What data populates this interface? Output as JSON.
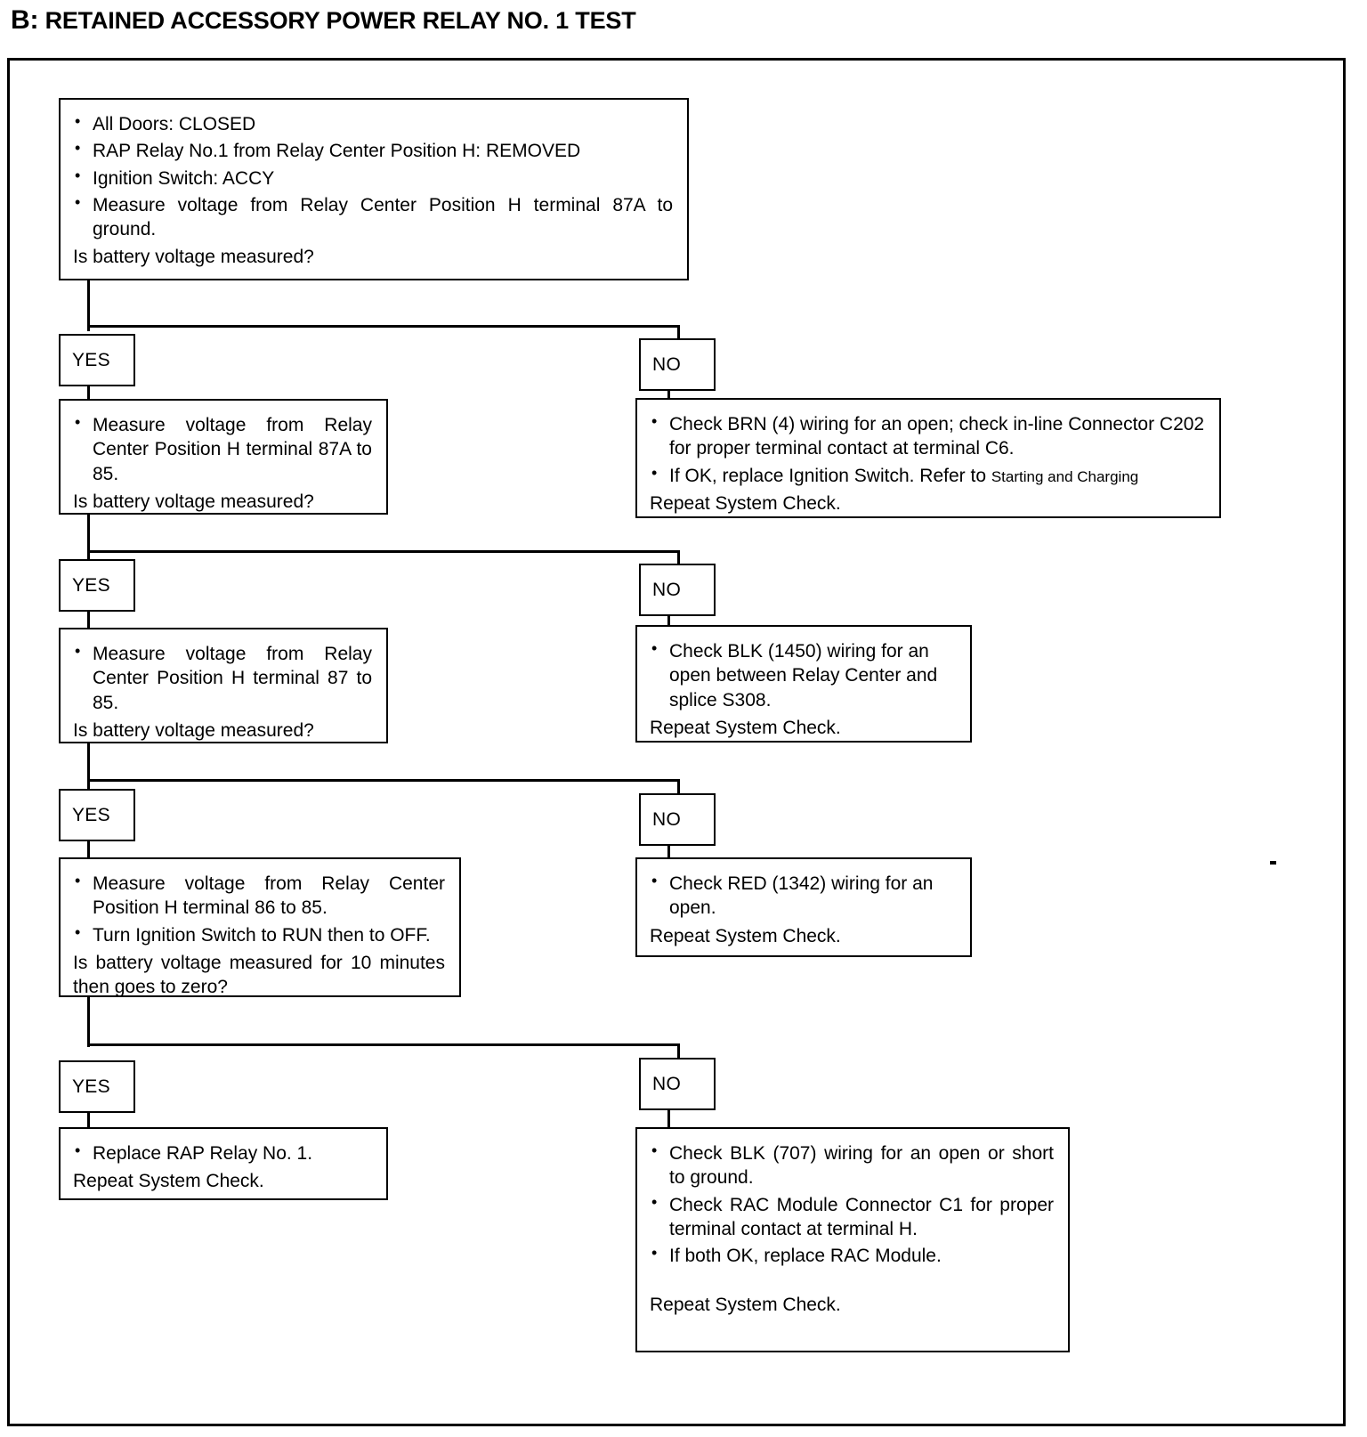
{
  "document": {
    "title_prefix": "B:",
    "title": "RETAINED ACCESSORY POWER RELAY NO. 1 TEST"
  },
  "labels": {
    "yes": "YES",
    "no": "NO"
  },
  "colors": {
    "ink": "#000000",
    "paper": "#ffffff"
  },
  "flow": {
    "step1": {
      "bullets": [
        "All Doors:  CLOSED",
        "RAP Relay No.1 from Relay Center Position H:  REMOVED",
        "Ignition Switch:  ACCY",
        "Measure voltage from Relay Center Position H terminal 87A to ground."
      ],
      "question": "Is battery voltage measured?"
    },
    "step1_no": {
      "bullet1": "Check BRN (4) wiring for an open; check in-line Connector C202 for proper terminal contact at terminal C6.",
      "bullet2_main": "If OK, replace Ignition Switch. Refer to",
      "bullet2_ref": "Starting and Charging",
      "tail": "Repeat System Check."
    },
    "step2": {
      "bullets": [
        "Measure voltage from Relay Center Position H terminal 87A to 85."
      ],
      "question": "Is battery voltage measured?"
    },
    "step2_no": {
      "bullets": [
        "Check BLK (1450) wiring for an open between Relay Center and splice S308."
      ],
      "tail": "Repeat System Check."
    },
    "step3": {
      "bullets": [
        "Measure voltage from Relay Center Position H terminal 87 to 85."
      ],
      "question": "Is battery voltage measured?"
    },
    "step3_no": {
      "bullets": [
        "Check RED (1342) wiring for an open."
      ],
      "tail": "Repeat System Check."
    },
    "step4": {
      "bullets": [
        "Measure voltage from Relay Center Position H terminal 86 to 85.",
        "Turn Ignition Switch to RUN then to OFF."
      ],
      "question": "Is battery voltage measured for 10 minutes then goes to zero?"
    },
    "step4_no": {
      "bullets": [
        "Check BLK (707) wiring for an open or short to ground.",
        "Check RAC Module Connector C1 for proper terminal contact at terminal H.",
        "If both OK, replace RAC Module."
      ],
      "tail": "Repeat System Check."
    },
    "step4_yes": {
      "bullets": [
        "Replace RAP Relay No. 1."
      ],
      "tail": "Repeat System Check."
    }
  }
}
